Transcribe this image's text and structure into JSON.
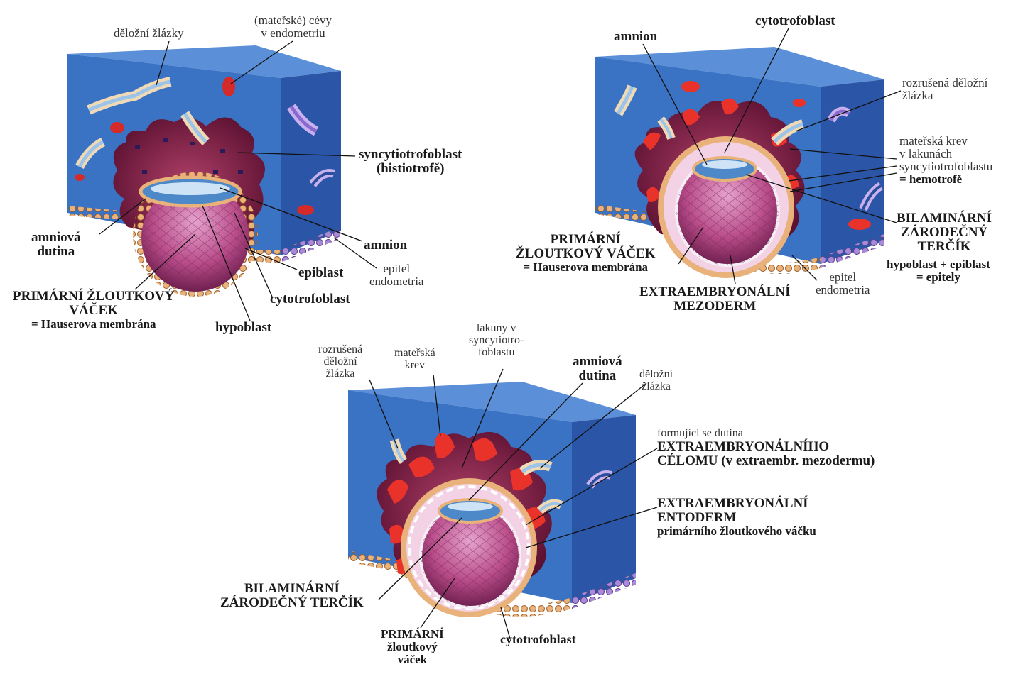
{
  "panel1": {
    "labels": {
      "glands": [
        "děložní žlázky"
      ],
      "vessels": [
        "(mateřské) cévy",
        "v endometriu"
      ],
      "syncytio": [
        "syncytiotrofoblast",
        "(histiotrofě)"
      ],
      "amnion_cavity": [
        "amniová",
        "dutina"
      ],
      "amnion": [
        "amnion"
      ],
      "epiblast": [
        "epiblast"
      ],
      "epitel": [
        "epitel",
        "endometria"
      ],
      "yolk": [
        "PRIMÁRNÍ ŽLOUTKOVÝ",
        "VÁČEK",
        "= Hauserova membrána"
      ],
      "cyto": [
        "cytotrofoblast"
      ],
      "hypoblast": [
        "hypoblast"
      ]
    }
  },
  "panel2": {
    "labels": {
      "amnion": [
        "amnion"
      ],
      "cyto": [
        "cytotrofoblast"
      ],
      "gland": [
        "rozrušená děložní",
        "žlázka"
      ],
      "blood": [
        "mateřská krev",
        "v lakunách",
        "syncytiotrofoblastu",
        "= hemotrofě"
      ],
      "bilaminar": [
        "BILAMINÁRNÍ",
        "ZÁRODEČNÝ",
        "TERČÍK"
      ],
      "bilaminar_note": [
        "hypoblast + epiblast",
        "= epitely"
      ],
      "yolk": [
        "PRIMÁRNÍ",
        "ŽLOUTKOVÝ VÁČEK",
        "= Hauserova membrána"
      ],
      "mesoderm": [
        "EXTRAEMBRYONÁLNÍ",
        "MEZODERM"
      ],
      "epitel": [
        "epitel",
        "endometria"
      ]
    }
  },
  "panel3": {
    "labels": {
      "gland1": [
        "rozrušená",
        "děložní",
        "žlázka"
      ],
      "blood": [
        "mateřská",
        "krev"
      ],
      "lacunae": [
        "lakuny v",
        "syncytiotro-",
        "foblastu"
      ],
      "amnion_cavity": [
        "amniová",
        "dutina"
      ],
      "gland2": [
        "děložní",
        "žlázka"
      ],
      "coelom": [
        "formující se dutina",
        "EXTRAEMBRYONÁLNÍHO",
        "CÉLOMU (v extraembr. mezodermu)"
      ],
      "entoderm": [
        "EXTRAEMBRYONÁLNÍ",
        "ENTODERM",
        "primárního žloutkového váčku"
      ],
      "bilaminar": [
        "BILAMINÁRNÍ",
        "ZÁRODEČNÝ TERČÍK"
      ],
      "yolk": [
        "PRIMÁRNÍ",
        "žloutkový",
        "váček"
      ],
      "cyto": [
        "cytotrofoblast"
      ]
    }
  },
  "colors": {
    "tissue_front": "#3a72c4",
    "tissue_side": "#2b55a6",
    "tissue_top": "#5b8fd8",
    "syncytio": "#7a1f3e",
    "syncytio_dark": "#5a1030",
    "cyto": "#e8b27a",
    "yolk": "#b94d8a",
    "blood": "#e8322a",
    "gland_fill": "#9cc4ea",
    "gland_wall": "#f0d9b5",
    "epitel": "#9a6ad0",
    "mesoderm": "#f3d2e6",
    "amnion": "#4d88c8",
    "leader": "#111111"
  }
}
